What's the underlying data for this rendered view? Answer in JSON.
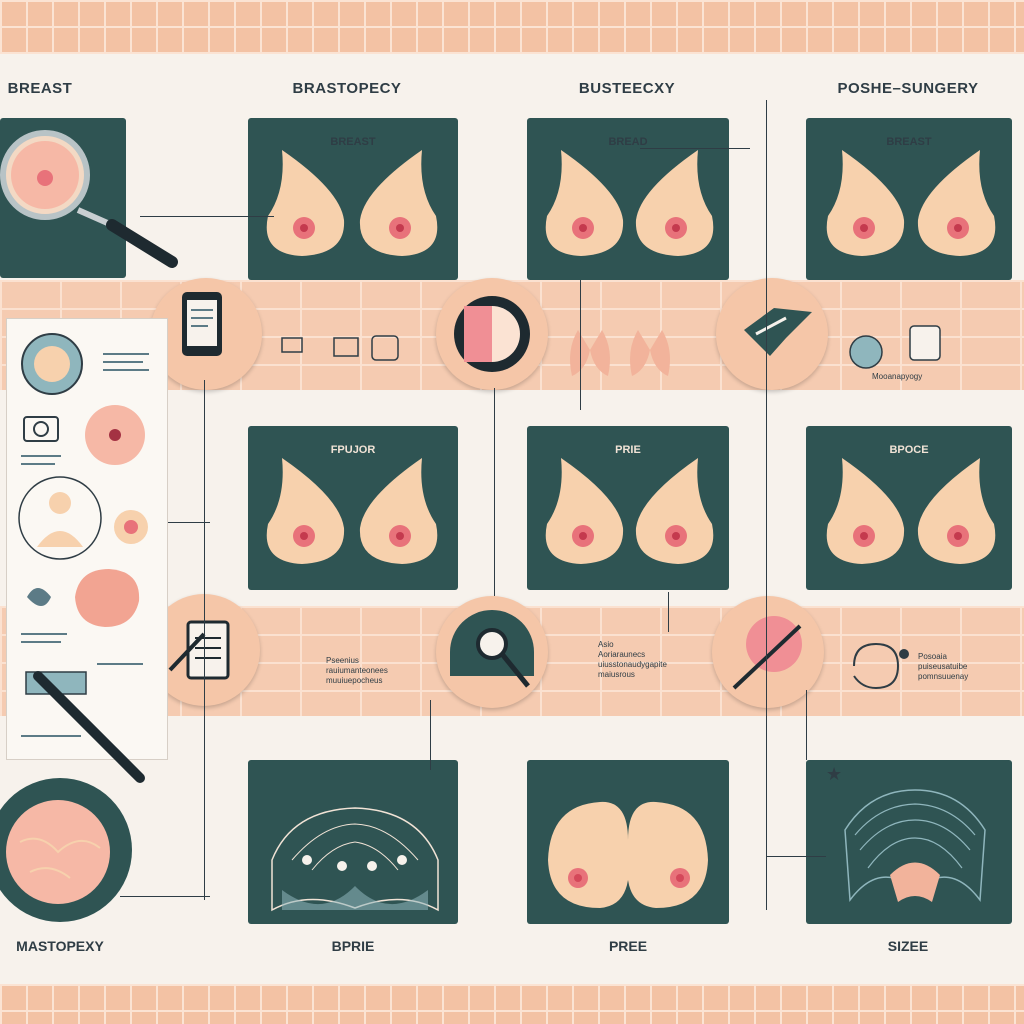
{
  "headers": [
    "BREAST",
    "BRASTOPECY",
    "BUSTEECXY",
    "POSHE–SUNGERY"
  ],
  "panel_labels": {
    "top": [
      "BREAST",
      "BREAD",
      "BREAST"
    ],
    "middle": [
      "FPUJOR",
      "PRIE",
      "BPOCE"
    ]
  },
  "band_texts": {
    "b1_c4": "Mooanapyogy",
    "b2_c2": "Pseenius\nrauiumanteonees\nmuuiuepocheus",
    "b2_c3": "Asio\nAoriaraunecs\nuiusstonaudygapite\nmaiusrous",
    "b2_c4": "Posoaia\npuiseusatuibe\npomnsuuenay"
  },
  "footer": [
    "MASTOPEXY",
    "BPRIE",
    "PREE",
    "SIZEE"
  ],
  "colors": {
    "panel": "#2f5453",
    "skin": "#f7d1ad",
    "nipple": "#e8727a",
    "band": "#f5cbb1",
    "ink": "#2f3d45"
  }
}
